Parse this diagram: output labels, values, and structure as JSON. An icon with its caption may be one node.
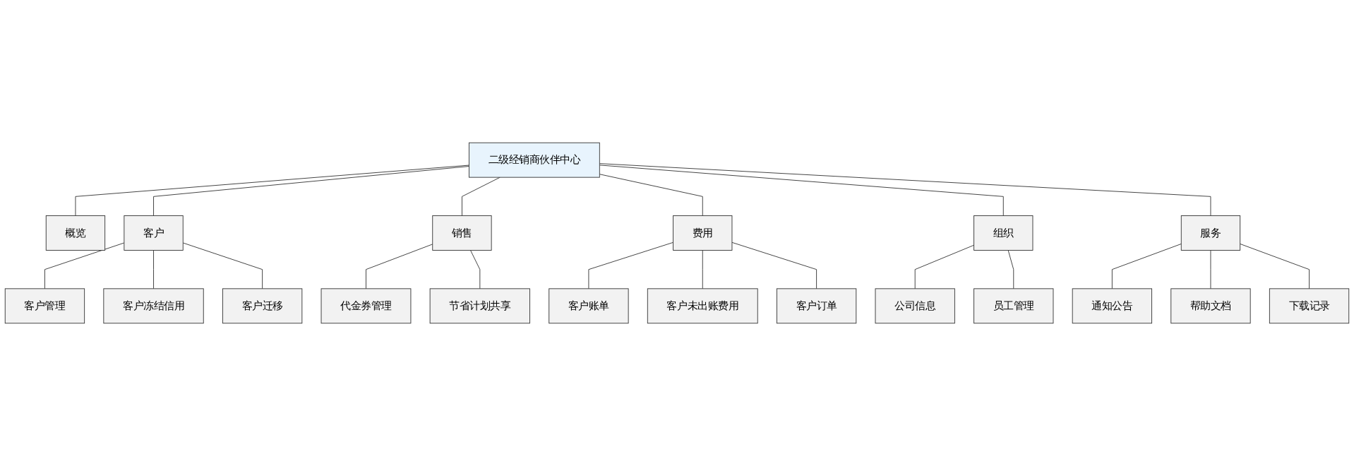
{
  "diagram": {
    "nodes": [
      {
        "text": [
          "二级经销商伙伴中心"
        ]
      },
      {
        "text": [
          "概览"
        ]
      },
      {
        "text": [
          "客户"
        ]
      },
      {
        "text": [
          "销售"
        ]
      },
      {
        "text": [
          "费用"
        ]
      },
      {
        "text": [
          "组织"
        ]
      },
      {
        "text": [
          "服务"
        ]
      },
      {
        "text": [
          "客户管理"
        ]
      },
      {
        "text": [
          "客户冻结信用"
        ]
      },
      {
        "text": [
          "客户迁移"
        ]
      },
      {
        "text": [
          "代金券管理"
        ]
      },
      {
        "text": [
          "节省计划共享"
        ]
      },
      {
        "text": [
          "客户账单"
        ]
      },
      {
        "text": [
          "客户未出账费用"
        ]
      },
      {
        "text": [
          "客户订单"
        ]
      },
      {
        "text": [
          "公司信息"
        ]
      },
      {
        "text": [
          "员工管理"
        ]
      },
      {
        "text": [
          "通知公告"
        ]
      },
      {
        "text": [
          "帮助文档"
        ]
      },
      {
        "text": [
          "下载记录"
        ]
      }
    ],
    "edges": [
      {
        "from": 0,
        "to": 1,
        "arrow": "none"
      },
      {
        "from": 0,
        "to": 2,
        "arrow": "none"
      },
      {
        "from": 0,
        "to": 3,
        "arrow": "none"
      },
      {
        "from": 0,
        "to": 4,
        "arrow": "none"
      },
      {
        "from": 0,
        "to": 5,
        "arrow": "none"
      },
      {
        "from": 0,
        "to": 6,
        "arrow": "none"
      },
      {
        "from": 2,
        "to": 7,
        "arrow": "none"
      },
      {
        "from": 2,
        "to": 8,
        "arrow": "none"
      },
      {
        "from": 2,
        "to": 9,
        "arrow": "none"
      },
      {
        "from": 3,
        "to": 10,
        "arrow": "none"
      },
      {
        "from": 3,
        "to": 11,
        "arrow": "none"
      },
      {
        "from": 4,
        "to": 12,
        "arrow": "none"
      },
      {
        "from": 4,
        "to": 13,
        "arrow": "none"
      },
      {
        "from": 4,
        "to": 14,
        "arrow": "none"
      },
      {
        "from": 5,
        "to": 15,
        "arrow": "none"
      },
      {
        "from": 5,
        "to": 16,
        "arrow": "none"
      },
      {
        "from": 6,
        "to": 17,
        "arrow": "none"
      },
      {
        "from": 6,
        "to": 18,
        "arrow": "none"
      },
      {
        "from": 6,
        "to": 19,
        "arrow": "none"
      }
    ]
  }
}
